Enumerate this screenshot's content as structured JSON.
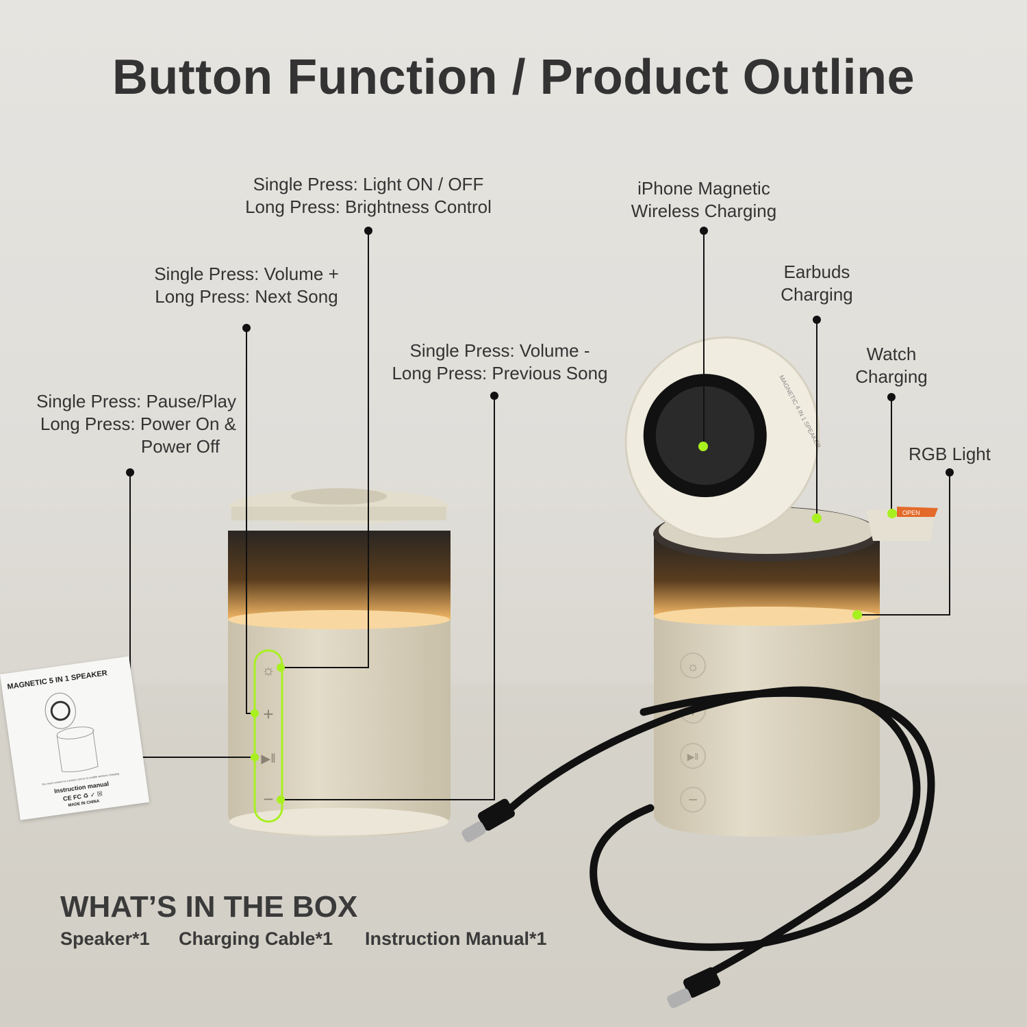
{
  "title": "Button Function / Product Outline",
  "callouts": {
    "light": {
      "line1": "Single Press: Light ON / OFF",
      "line2": "Long Press: Brightness Control"
    },
    "volume_up": {
      "line1": "Single Press: Volume +",
      "line2": "Long Press: Next Song"
    },
    "volume_down": {
      "line1": "Single Press: Volume -",
      "line2": "Long Press: Previous Song"
    },
    "play": {
      "line1": "Single Press: Pause/Play",
      "line2": "Long Press: Power On &",
      "line3": "Power Off"
    },
    "iphone": {
      "line1": "iPhone Magnetic",
      "line2": "Wireless Charging"
    },
    "earbuds": {
      "line1": "Earbuds",
      "line2": "Charging"
    },
    "watch": {
      "line1": "Watch",
      "line2": "Charging"
    },
    "rgb": {
      "line1": "RGB Light"
    }
  },
  "product": {
    "lid_text": "MAGNETIC 4 IN 1 SPEAKER",
    "tab_text": "OPEN"
  },
  "manual": {
    "title": "MAGNETIC 5 IN 1 SPEAKER",
    "note": "You must connect to a power source to enable wireless charging",
    "subtitle": "Instruction manual",
    "certs": "CE FC ♻ ✓ ☒",
    "origin": "MADE IN CHINA"
  },
  "box": {
    "title": "WHAT’S IN THE BOX",
    "items": [
      "Speaker*1",
      "Charging Cable*1",
      "Instruction Manual*1"
    ]
  },
  "colors": {
    "accent": "#a8f020",
    "line": "#111111",
    "fabric": "#d8d0bc",
    "glow": "#f5b860"
  }
}
